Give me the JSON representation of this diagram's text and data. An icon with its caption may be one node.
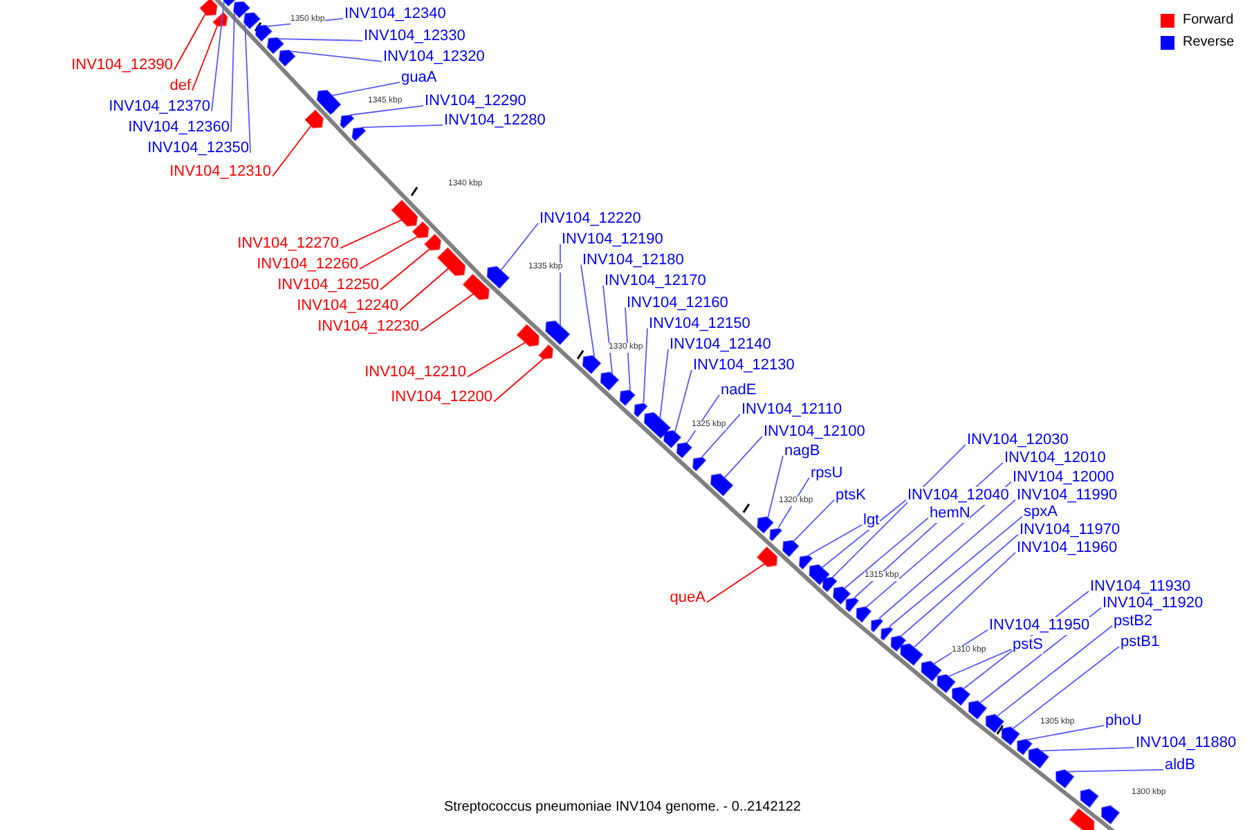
{
  "diagram": {
    "caption": "Streptococcus pneumoniae INV104 genome. - 0..2142122",
    "nodes": [
      {
        "text": [
          "INV104_12340"
        ]
      },
      {
        "text": [
          "INV104_12330"
        ]
      },
      {
        "text": [
          "INV104_12320"
        ]
      },
      {
        "text": [
          "INV104_12390"
        ]
      },
      {
        "text": [
          "guaA"
        ]
      },
      {
        "text": [
          "def"
        ]
      },
      {
        "text": [
          "INV104_12290"
        ]
      },
      {
        "text": [
          "INV104_12370"
        ]
      },
      {
        "text": [
          "INV104_12280"
        ]
      },
      {
        "text": [
          "INV104_12360"
        ]
      },
      {
        "text": [
          "INV104_12350"
        ]
      },
      {
        "text": [
          "INV104_12310"
        ]
      },
      {
        "text": [
          "INV104_12220"
        ]
      },
      {
        "text": [
          "INV104_12190"
        ]
      },
      {
        "text": [
          "INV104_12270"
        ]
      },
      {
        "text": [
          "INV104_12180"
        ]
      },
      {
        "text": [
          "INV104_12260"
        ]
      },
      {
        "text": [
          "INV104_12170"
        ]
      },
      {
        "text": [
          "INV104_12250"
        ]
      },
      {
        "text": [
          "INV104_12160"
        ]
      },
      {
        "text": [
          "INV104_12240"
        ]
      },
      {
        "text": [
          "INV104_12150"
        ]
      },
      {
        "text": [
          "INV104_12230"
        ]
      },
      {
        "text": [
          "INV104_12140"
        ]
      },
      {
        "text": [
          "INV104_12130"
        ]
      },
      {
        "text": [
          "INV104_12210"
        ]
      },
      {
        "text": [
          "nadE"
        ]
      },
      {
        "text": [
          "INV104_12200"
        ]
      },
      {
        "text": [
          "INV104_12110"
        ]
      },
      {
        "text": [
          "INV104_12100"
        ]
      },
      {
        "text": [
          "INV104_12030"
        ]
      },
      {
        "text": [
          "nagB"
        ]
      },
      {
        "text": [
          "INV104_12010"
        ]
      },
      {
        "text": [
          "rpsU"
        ]
      },
      {
        "text": [
          "INV104_12000"
        ]
      },
      {
        "text": [
          "INV104_11990"
        ]
      },
      {
        "text": [
          "ptsK"
        ]
      },
      {
        "text": [
          "INV104_12040"
        ]
      },
      {
        "text": [
          "spxA"
        ]
      },
      {
        "text": [
          "hemN"
        ]
      },
      {
        "text": [
          "lgt"
        ]
      },
      {
        "text": [
          "INV104_11970"
        ]
      },
      {
        "text": [
          "INV104_11960"
        ]
      },
      {
        "text": [
          "INV104_11930"
        ]
      },
      {
        "text": [
          "queA"
        ]
      },
      {
        "text": [
          "INV104_11920"
        ]
      },
      {
        "text": [
          "pstB2"
        ]
      },
      {
        "text": [
          "INV104_11950"
        ]
      },
      {
        "text": [
          "pstB1"
        ]
      },
      {
        "text": [
          "pstS"
        ]
      },
      {
        "text": [
          "phoU"
        ]
      },
      {
        "text": [
          "INV104_11880"
        ]
      },
      {
        "text": [
          "aldB"
        ]
      },
      {
        "text": [],
        "shape": "box"
      },
      {
        "text": [],
        "shape": "box"
      },
      {
        "text": [],
        "shape": "box"
      },
      {
        "text": [],
        "shape": "box"
      },
      {
        "text": [],
        "shape": "box"
      },
      {
        "text": [],
        "shape": "box"
      },
      {
        "text": [],
        "shape": "box"
      },
      {
        "text": [],
        "shape": "box"
      },
      {
        "text": [],
        "shape": "box"
      },
      {
        "text": [],
        "shape": "box"
      },
      {
        "text": [],
        "shape": "box"
      },
      {
        "text": [],
        "shape": "box"
      },
      {
        "text": [],
        "shape": "box"
      },
      {
        "text": [],
        "shape": "box"
      },
      {
        "text": [],
        "shape": "box"
      },
      {
        "text": [],
        "shape": "box"
      },
      {
        "text": [],
        "shape": "box"
      },
      {
        "text": [],
        "shape": "box"
      },
      {
        "text": [],
        "shape": "box"
      },
      {
        "text": [],
        "shape": "box"
      },
      {
        "text": [],
        "shape": "box"
      },
      {
        "text": [],
        "shape": "box"
      },
      {
        "text": [],
        "shape": "box"
      },
      {
        "text": [],
        "shape": "box"
      },
      {
        "text": [],
        "shape": "box"
      },
      {
        "text": [],
        "shape": "box"
      },
      {
        "text": [],
        "shape": "box"
      },
      {
        "text": [],
        "shape": "box"
      },
      {
        "text": [],
        "shape": "box"
      },
      {
        "text": [],
        "shape": "box"
      },
      {
        "text": [],
        "shape": "box"
      },
      {
        "text": [],
        "shape": "box"
      },
      {
        "text": [],
        "shape": "box"
      },
      {
        "text": [],
        "shape": "box"
      },
      {
        "text": [],
        "shape": "box"
      },
      {
        "text": [],
        "shape": "box"
      },
      {
        "text": [],
        "shape": "box"
      },
      {
        "text": [],
        "shape": "box"
      },
      {
        "text": [],
        "shape": "box"
      },
      {
        "text": [],
        "shape": "box"
      },
      {
        "text": [],
        "shape": "box"
      },
      {
        "text": [],
        "shape": "box"
      },
      {
        "text": [],
        "shape": "box"
      },
      {
        "text": [],
        "shape": "box"
      },
      {
        "text": [],
        "shape": "box"
      },
      {
        "text": [],
        "shape": "box"
      },
      {
        "text": [],
        "shape": "box"
      },
      {
        "text": [],
        "shape": "box"
      },
      {
        "text": [],
        "shape": "box"
      },
      {
        "text": [],
        "shape": "box"
      },
      {
        "text": [],
        "shape": "box"
      },
      {
        "text": [],
        "shape": "box"
      },
      {
        "text": [],
        "shape": "box"
      },
      {
        "text": [],
        "shape": "box"
      },
      {
        "text": [],
        "shape": "box"
      },
      {
        "text": [],
        "shape": "box"
      }
    ],
    "edges": [
      {
        "from": 0,
        "to": 53,
        "arrow": "none"
      },
      {
        "from": 1,
        "to": 54,
        "arrow": "none"
      },
      {
        "from": 2,
        "to": 55,
        "arrow": "none"
      },
      {
        "from": 3,
        "to": 56,
        "arrow": "none",
        "color": "#ff0000"
      },
      {
        "from": 4,
        "to": 57,
        "arrow": "none"
      },
      {
        "from": 5,
        "to": 58,
        "arrow": "none",
        "color": "#ff0000"
      },
      {
        "from": 6,
        "to": 59,
        "arrow": "none"
      },
      {
        "from": 7,
        "to": 60,
        "arrow": "none"
      },
      {
        "from": 8,
        "to": 61,
        "arrow": "none"
      },
      {
        "from": 9,
        "to": 62,
        "arrow": "none"
      },
      {
        "from": 10,
        "to": 63,
        "arrow": "none"
      },
      {
        "from": 11,
        "to": 64,
        "arrow": "none",
        "color": "#ff0000"
      },
      {
        "from": 12,
        "to": 65,
        "arrow": "none"
      },
      {
        "from": 13,
        "to": 66,
        "arrow": "none"
      },
      {
        "from": 14,
        "to": 67,
        "arrow": "none",
        "color": "#ff0000"
      },
      {
        "from": 15,
        "to": 68,
        "arrow": "none"
      },
      {
        "from": 16,
        "to": 69,
        "arrow": "none",
        "color": "#ff0000"
      },
      {
        "from": 17,
        "to": 70,
        "arrow": "none"
      },
      {
        "from": 18,
        "to": 71,
        "arrow": "none",
        "color": "#ff0000"
      },
      {
        "from": 19,
        "to": 72,
        "arrow": "none"
      },
      {
        "from": 20,
        "to": 73,
        "arrow": "none",
        "color": "#ff0000"
      },
      {
        "from": 21,
        "to": 74,
        "arrow": "none"
      },
      {
        "from": 22,
        "to": 75,
        "arrow": "none",
        "color": "#ff0000"
      },
      {
        "from": 23,
        "to": 76,
        "arrow": "none"
      },
      {
        "from": 24,
        "to": 77,
        "arrow": "none"
      },
      {
        "from": 25,
        "to": 78,
        "arrow": "none",
        "color": "#ff0000"
      },
      {
        "from": 26,
        "to": 79,
        "arrow": "none"
      },
      {
        "from": 27,
        "to": 80,
        "arrow": "none",
        "color": "#ff0000"
      },
      {
        "from": 28,
        "to": 81,
        "arrow": "none"
      },
      {
        "from": 29,
        "to": 82,
        "arrow": "none"
      },
      {
        "from": 30,
        "to": 83,
        "arrow": "none"
      },
      {
        "from": 31,
        "to": 84,
        "arrow": "none"
      },
      {
        "from": 32,
        "to": 85,
        "arrow": "none"
      },
      {
        "from": 33,
        "to": 86,
        "arrow": "none"
      },
      {
        "from": 34,
        "to": 87,
        "arrow": "none"
      },
      {
        "from": 35,
        "to": 88,
        "arrow": "none"
      },
      {
        "from": 36,
        "to": 89,
        "arrow": "none"
      },
      {
        "from": 37,
        "to": 90,
        "arrow": "none"
      },
      {
        "from": 38,
        "to": 91,
        "arrow": "none"
      },
      {
        "from": 39,
        "to": 92,
        "arrow": "none"
      },
      {
        "from": 40,
        "to": 93,
        "arrow": "none"
      },
      {
        "from": 41,
        "to": 94,
        "arrow": "none"
      },
      {
        "from": 42,
        "to": 95,
        "arrow": "none"
      },
      {
        "from": 43,
        "to": 96,
        "arrow": "none"
      },
      {
        "from": 44,
        "to": 97,
        "arrow": "none",
        "color": "#ff0000"
      },
      {
        "from": 45,
        "to": 98,
        "arrow": "none"
      },
      {
        "from": 46,
        "to": 99,
        "arrow": "none"
      },
      {
        "from": 47,
        "to": 100,
        "arrow": "none"
      },
      {
        "from": 48,
        "to": 101,
        "arrow": "none"
      },
      {
        "from": 49,
        "to": 102,
        "arrow": "none"
      },
      {
        "from": 50,
        "to": 103,
        "arrow": "none"
      },
      {
        "from": 51,
        "to": 104,
        "arrow": "none"
      },
      {
        "from": 52,
        "to": 105,
        "arrow": "none"
      }
    ],
    "labels": [
      "1350 kbp",
      "1345 kbp",
      "1340 kbp",
      "1335 kbp",
      "1330 kbp",
      "1325 kbp",
      "1320 kbp",
      "1315 kbp",
      "1310 kbp",
      "1305 kbp",
      "1300 kbp"
    ],
    "legend": [
      {
        "text": "Forward",
        "color": "#ff0000"
      },
      {
        "text": "Reverse",
        "color": "#0000ff"
      }
    ]
  }
}
